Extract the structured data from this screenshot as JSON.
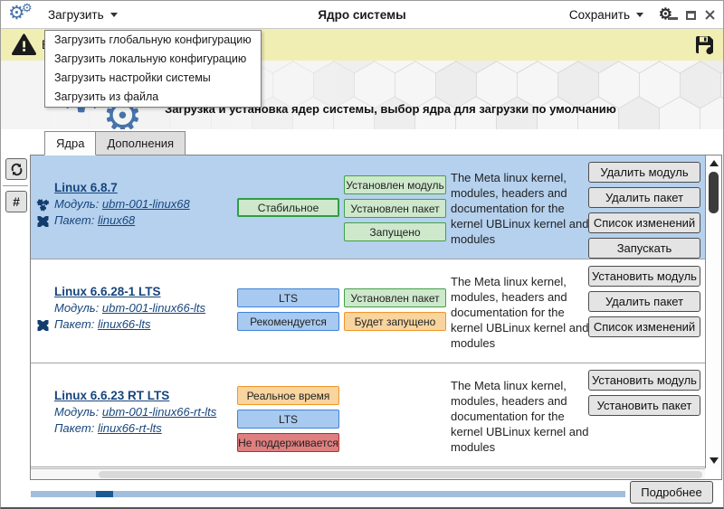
{
  "titlebar": {
    "title": "Ядро системы",
    "load_menu": "Загрузить",
    "save_menu": "Сохранить"
  },
  "load_dropdown": {
    "items": [
      "Загрузить глобальную конфигурацию",
      "Загрузить локальную конфигурацию",
      "Загрузить настройки системы",
      "Загрузить из файла"
    ]
  },
  "warning_bar": {
    "visible_text": "В"
  },
  "banner": {
    "subtitle": "Загрузка и установка ядер системы, выбор ядра для загрузки по умолчанию"
  },
  "tabs": [
    {
      "label": "Ядра",
      "active": true
    },
    {
      "label": "Дополнения",
      "active": false
    }
  ],
  "sidebar": {
    "hash_label": "#"
  },
  "icons": {
    "gear_glyph": "⚙"
  },
  "kernels": [
    {
      "name": "Linux 6.8.7",
      "module_label": "Модуль:",
      "module": "ubm-001-linux68",
      "package_label": "Пакет:",
      "package": "linux68",
      "selected": true,
      "badges_col1": [
        {
          "label": "Стабильное",
          "type": "green"
        }
      ],
      "badges_col2": [
        {
          "label": "Установлен модуль",
          "type": "green"
        },
        {
          "label": "Установлен пакет",
          "type": "green"
        },
        {
          "label": "Запущено",
          "type": "green"
        }
      ],
      "description": "The Meta linux kernel, modules, headers and documentation for the kernel UBLinux kernel and modules",
      "buttons": [
        "Удалить модуль",
        "Удалить пакет",
        "Список изменений",
        "Запускать"
      ]
    },
    {
      "name": "Linux 6.6.28-1 LTS",
      "module_label": "Модуль:",
      "module": "ubm-001-linux66-lts",
      "package_label": "Пакет:",
      "package": "linux66-lts",
      "selected": false,
      "badges_col1": [
        {
          "label": "LTS",
          "type": "blue"
        },
        {
          "label": "Рекомендуется",
          "type": "blue"
        }
      ],
      "badges_col2": [
        {
          "label": "Установлен пакет",
          "type": "green"
        },
        {
          "label": "Будет запущено",
          "type": "orange"
        }
      ],
      "description": "The Meta linux kernel, modules, headers and documentation for the kernel UBLinux kernel and modules",
      "buttons": [
        "Установить модуль",
        "Удалить пакет",
        "Список изменений"
      ]
    },
    {
      "name": "Linux 6.6.23 RT LTS",
      "module_label": "Модуль:",
      "module": "ubm-001-linux66-rt-lts",
      "package_label": "Пакет:",
      "package": "linux66-rt-lts",
      "selected": false,
      "badges_col1": [
        {
          "label": "Реальное время",
          "type": "orange"
        },
        {
          "label": "LTS",
          "type": "blue"
        },
        {
          "label": "Не поддерживается",
          "type": "red"
        }
      ],
      "badges_col2": [],
      "description": "The Meta linux kernel, modules, headers and documentation for the kernel UBLinux kernel and modules",
      "buttons": [
        "Установить модуль",
        "Установить пакет"
      ]
    }
  ],
  "footer": {
    "details_button": "Подробнее"
  },
  "colors": {
    "selected_row": "#b5d1ee",
    "badge_green_bg": "#cde8cb",
    "badge_green_border": "#2f9e44",
    "badge_blue_bg": "#a8c9f0",
    "badge_blue_border": "#3f83d9",
    "badge_orange_bg": "#f8d49e",
    "badge_orange_border": "#f0962a",
    "badge_red_bg": "#df7f7f",
    "badge_red_border": "#a83232",
    "progress_track": "#a1bedc",
    "progress_fill": "#1b5b94",
    "warning_bar_bg": "#f1eeb4",
    "accent_blue": "#4673a9",
    "link": "#17457c"
  }
}
